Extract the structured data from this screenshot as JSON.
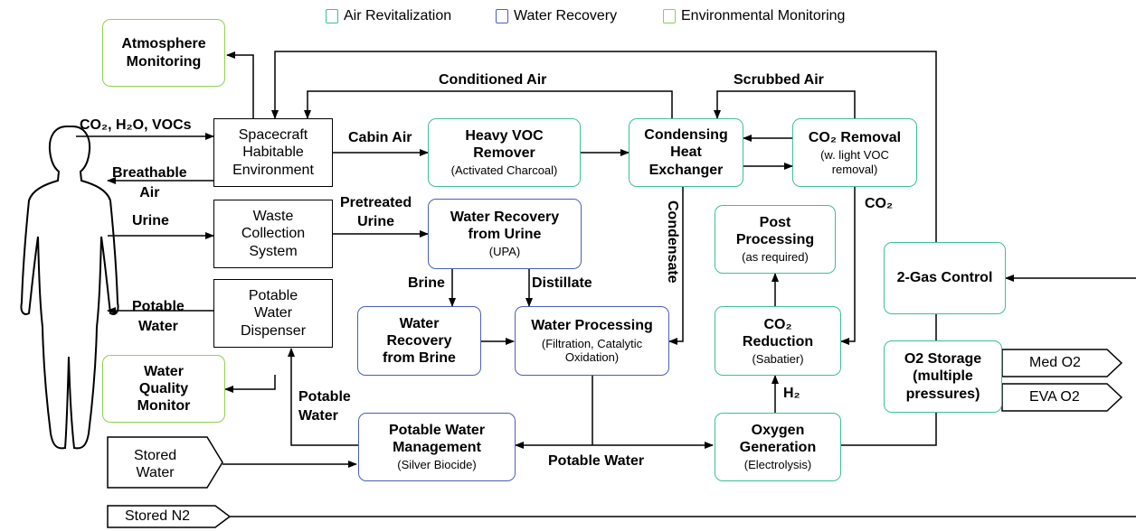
{
  "legend": {
    "air": "Air Revitalization",
    "water": "Water Recovery",
    "env": "Environmental Monitoring"
  },
  "colors": {
    "air": "#3cbf9a",
    "water": "#4a5fb8",
    "env": "#8fd14f"
  },
  "boxes": {
    "atmosphere": {
      "title": "Atmosphere\nMonitoring"
    },
    "habitable": {
      "text": "Spacecraft\nHabitable\nEnvironment"
    },
    "waste": {
      "text": "Waste\nCollection\nSystem"
    },
    "dispenser": {
      "text": "Potable\nWater\nDispenser"
    },
    "wqm": {
      "title": "Water\nQuality\nMonitor"
    },
    "heavy_voc": {
      "title": "Heavy VOC\nRemover",
      "sub": "(Activated Charcoal)"
    },
    "chx": {
      "title": "Condensing\nHeat\nExchanger"
    },
    "co2_removal": {
      "title": "CO₂ Removal",
      "sub": "(w. light VOC\nremoval)"
    },
    "wrfu": {
      "title": "Water Recovery\nfrom Urine",
      "sub": "(UPA)"
    },
    "wrfb": {
      "title": "Water\nRecovery\nfrom Brine"
    },
    "wp": {
      "title": "Water Processing",
      "sub": "(Filtration, Catalytic\nOxidation)"
    },
    "post": {
      "title": "Post\nProcessing",
      "sub": "(as required)"
    },
    "co2_reduction": {
      "title": "CO₂\nReduction",
      "sub": "(Sabatier)"
    },
    "pwm": {
      "title": "Potable Water\nManagement",
      "sub": "(Silver Biocide)"
    },
    "ogs": {
      "title": "Oxygen\nGeneration",
      "sub": "(Electrolysis)"
    },
    "two_gas": {
      "title": "2-Gas Control"
    },
    "o2_storage": {
      "title": "O2 Storage\n(multiple\npressures)"
    },
    "stored_water": {
      "text": "Stored\nWater"
    },
    "stored_n2": {
      "text": "Stored N2"
    },
    "med_o2": {
      "text": "Med O2"
    },
    "eva_o2": {
      "text": "EVA O2"
    }
  },
  "labels": {
    "co2_h2o_vocs": "CO₂, H₂O, VOCs",
    "breathable": "Breathable\nAir",
    "urine": "Urine",
    "potable_water_out": "Potable\nWater",
    "cabin_air": "Cabin Air",
    "conditioned_air": "Conditioned Air",
    "scrubbed_air": "Scrubbed Air",
    "pretreated_urine": "Pretreated\nUrine",
    "brine": "Brine",
    "distillate": "Distillate",
    "condensate": "Condensate",
    "co2": "CO₂",
    "h2": "H₂",
    "potable_water_mid": "Potable Water",
    "potable_water_up": "Potable\nWater"
  }
}
